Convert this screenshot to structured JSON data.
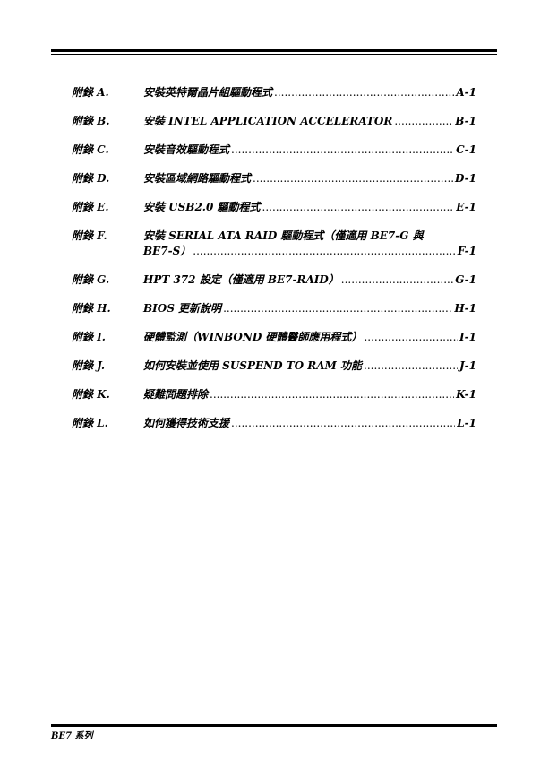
{
  "toc": [
    {
      "label": "附錄 A.",
      "title": "安裝英特爾晶片組驅動程式",
      "page": "A-1"
    },
    {
      "label": "附錄 B.",
      "title": "安裝 INTEL APPLICATION ACCELERATOR",
      "page": "B-1"
    },
    {
      "label": "附錄 C.",
      "title": "安裝音效驅動程式",
      "page": "C-1"
    },
    {
      "label": "附錄 D.",
      "title": "安裝區域網路驅動程式",
      "page": "D-1"
    },
    {
      "label": "附錄 E.",
      "title": "安裝 USB2.0 驅動程式",
      "page": "E-1"
    },
    {
      "label": "附錄 F.",
      "title_line1": "安裝 SERIAL ATA RAID 驅動程式（僅適用 BE7-G 與",
      "title": "BE7-S）",
      "page": "F-1"
    },
    {
      "label": "附錄 G.",
      "title": "HPT 372 設定（僅適用 BE7-RAID）",
      "page": "G-1"
    },
    {
      "label": "附錄 H.",
      "title": "BIOS 更新說明",
      "page": "H-1"
    },
    {
      "label": "附錄 I.",
      "title": "硬體監測（WINBOND 硬體醫師應用程式）",
      "page": "I-1"
    },
    {
      "label": "附錄 J.",
      "title": "如何安裝並使用 SUSPEND TO RAM 功能",
      "page": "J-1"
    },
    {
      "label": "附錄 K.",
      "title": "疑難問題排除",
      "page": "K-1"
    },
    {
      "label": "附錄 L.",
      "title": "如何獲得技術支援",
      "page": "L-1"
    }
  ],
  "footer": {
    "text": "BE7 系列"
  }
}
